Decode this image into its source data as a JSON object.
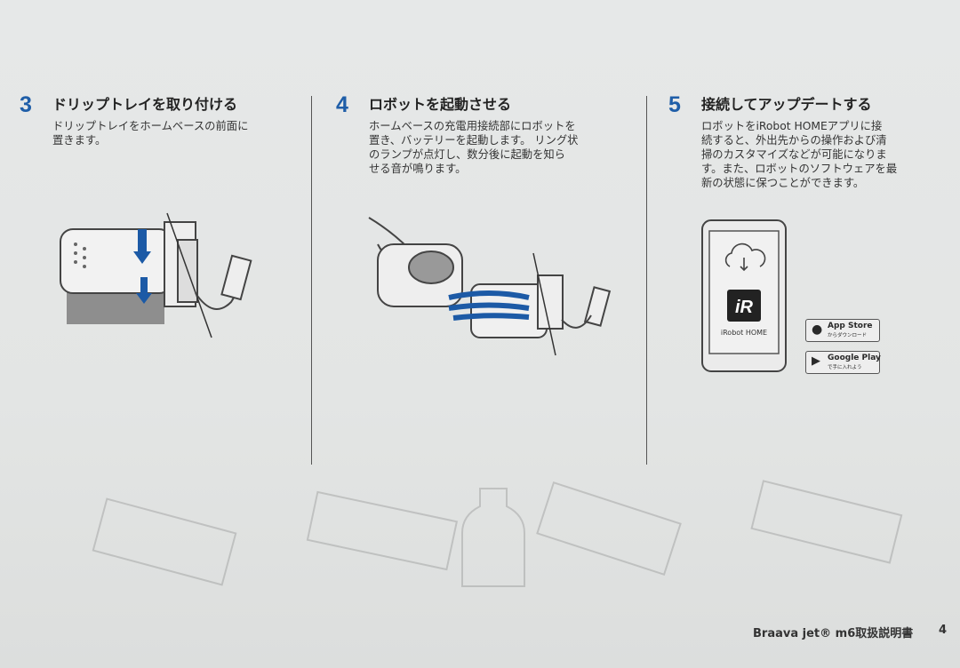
{
  "steps": [
    {
      "number": "3",
      "title": "ドリップトレイを取り付ける",
      "body": [
        "ドリップトレイをホームベースの前面に",
        "置きます。"
      ]
    },
    {
      "number": "4",
      "title": "ロボットを起動させる",
      "body": [
        "ホームベースの充電用接続部にロボットを",
        "置き、バッテリーを起動します。 リング状",
        "のランプが点灯し、数分後に起動を知ら",
        "せる音が鳴ります。"
      ]
    },
    {
      "number": "5",
      "title": "接続してアップデートする",
      "body": [
        "ロボットをiRobot HOMEアプリに接",
        "続すると、外出先からの操作および清",
        "掃のカスタマイズなどが可能になりま",
        "す。また、ロボットのソフトウェアを最",
        "新の状態に保つことができます。"
      ]
    }
  ],
  "app": {
    "name": "iRobot HOME",
    "icon": "cloud-download-icon",
    "logo": "iR"
  },
  "stores": [
    {
      "title": "App Store",
      "subtitle": "からダウンロード",
      "icon": "apple-icon"
    },
    {
      "title": "Google Play",
      "subtitle": "で手に入れよう",
      "icon": "google-play-icon"
    }
  ],
  "footer": {
    "manual": "Braava jet® m6取扱説明書",
    "page": "4"
  },
  "colors": {
    "accent": "#1f5ea8",
    "arrow": "#1c5aa6"
  }
}
